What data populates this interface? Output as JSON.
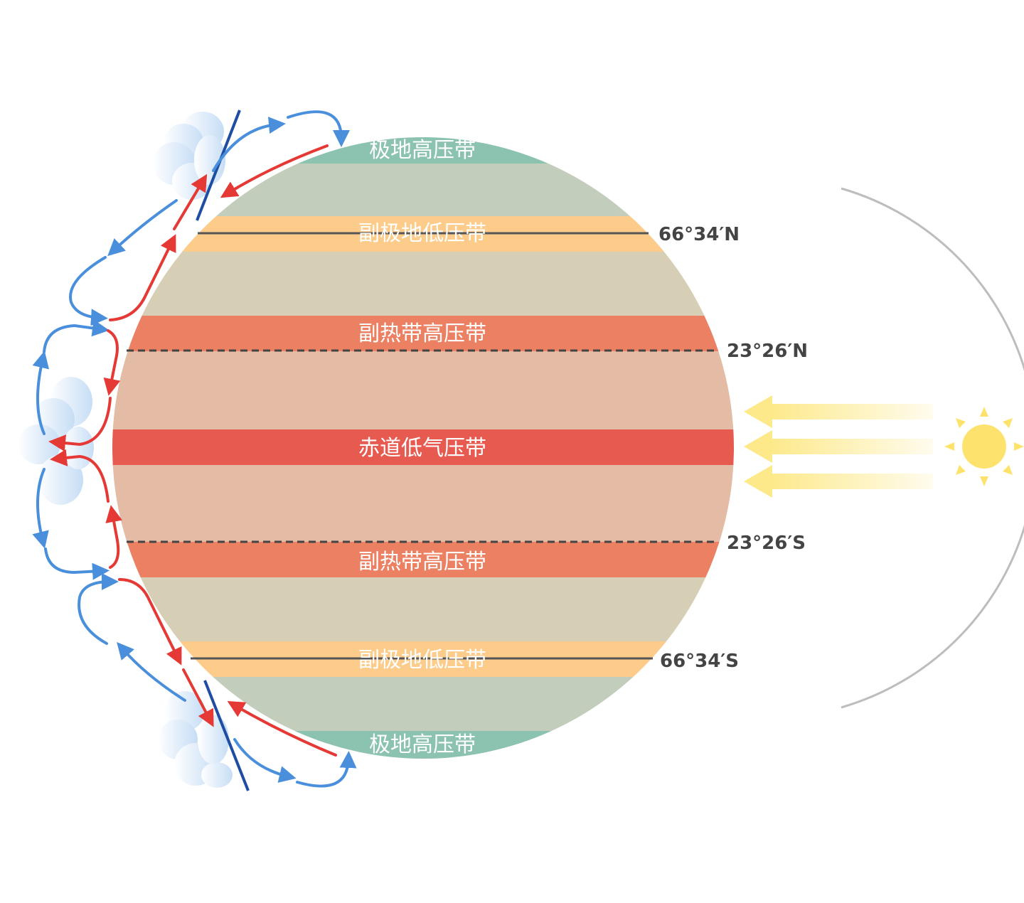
{
  "bands": {
    "north_polar_high": "极地高压带",
    "north_subpolar_low": "副极地低压带",
    "north_subtropical_high": "副热带高压带",
    "equatorial_low": "赤道低气压带",
    "south_subtropical_high": "副热带高压带",
    "south_subpolar_low": "副极地低压带",
    "south_polar_high": "极地高压带"
  },
  "latitudes": {
    "arctic_circle": "66°34′N",
    "tropic_of_cancer": "23°26′N",
    "tropic_of_capricorn": "23°26′S",
    "antarctic_circle": "66°34′S"
  },
  "colors": {
    "polar_high": "#8cc2b0",
    "polar_zone": "#c3cdbb",
    "subpolar_low": "#fdcc8a",
    "temperate_zone": "#d6ceb5",
    "subtropical_high": "#eb8063",
    "tropical_zone": "#e4bca6",
    "equatorial_low": "#e75a50",
    "rising_air": "#e53935",
    "sinking_air": "#4a8fdc",
    "front": "#1d4ea3",
    "sun": "#fde36e",
    "sunlight": "#fde98a"
  },
  "icons": {
    "sun": "sun-icon",
    "cloud": "cloud-icon"
  }
}
